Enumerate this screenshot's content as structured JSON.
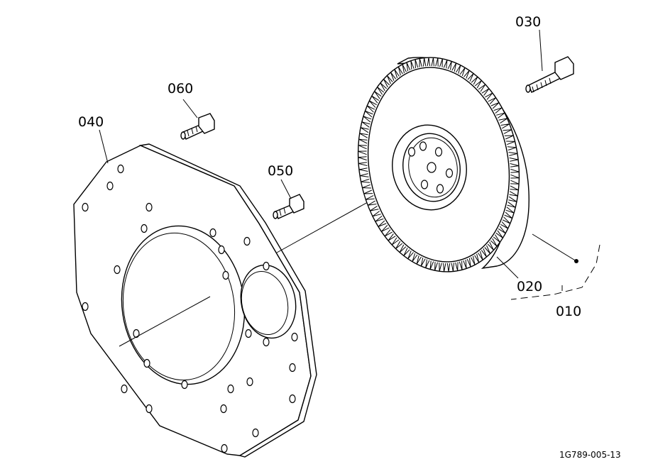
{
  "labels": {
    "part_010": "010",
    "part_020": "020",
    "part_030": "030",
    "part_040": "040",
    "part_050": "050",
    "part_060": "060"
  },
  "drawing_code": "1G789-005-13"
}
